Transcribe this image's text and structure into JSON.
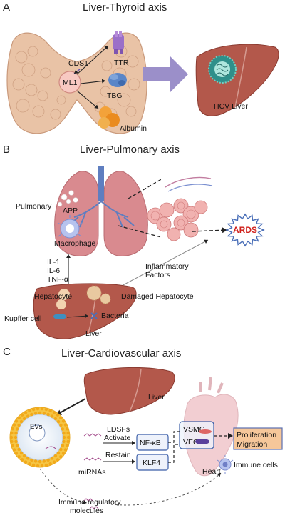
{
  "panel_a": {
    "letter": "A",
    "title": "Liver-Thyroid axis",
    "labels": {
      "cds1": "CDS1",
      "ml1": "ML1",
      "ttr": "TTR",
      "tbg": "TBG",
      "albumin": "Albumin",
      "hcv_liver": "HCV Liver"
    }
  },
  "panel_b": {
    "letter": "B",
    "title": "Liver-Pulmonary axis",
    "labels": {
      "pulmonary": "Pulmonary",
      "app": "APP",
      "macrophage": "Macrophage",
      "il1": "IL-1",
      "il6": "IL-6",
      "tnf": "TNF-α",
      "inflammatory_line1": "Inflammatory",
      "inflammatory_line2": "Factors",
      "ards": "ARDS",
      "hepatocyte": "Hepatocyte",
      "damaged_hepatocyte": "Damaged Hepatocyte",
      "kupffer": "Kupffer cell",
      "bacteria": "Bacteria",
      "liver": "Liver"
    }
  },
  "panel_c": {
    "letter": "C",
    "title": "Liver-Cardiovascular axis",
    "labels": {
      "liver": "Liver",
      "evs": "EVs",
      "ldsfs": "LDSFs",
      "activate": "Activate",
      "restain": "Restain",
      "mirnas": "miRNAs",
      "nfkb": "NF-κB",
      "klf4": "KLF4",
      "vsmc": "VSMC",
      "vec": "VEC",
      "heart": "Heart",
      "proliferation": "Proliferation",
      "migration": "Migration",
      "immune_cells": "Immune cells",
      "immune_reg_line1": "Immune regulatory",
      "immune_reg_line2": "molecules"
    }
  },
  "colors": {
    "thyroid": "#e9c3a6",
    "liver": "#b3584b",
    "lung": "#d98a8f",
    "arrow_big": "#9b8fc9",
    "ards": "#d0211c",
    "box_fill": "#eef2fb",
    "box_stroke": "#3b5ea8",
    "prolif_fill": "#f6c79a",
    "prolif_stroke": "#5a6fb0"
  }
}
